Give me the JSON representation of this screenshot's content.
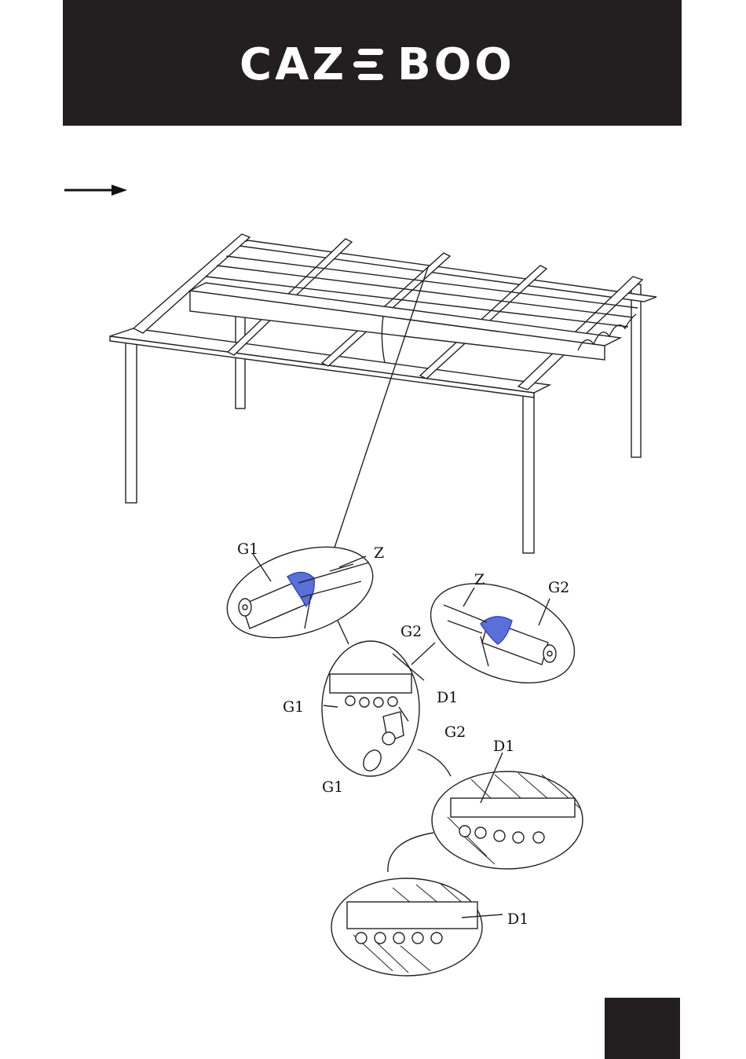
{
  "brand": {
    "part1": "CAZ",
    "part2": "BOO",
    "colors": {
      "bar": "#231f20",
      "logo": "#ffffff"
    }
  },
  "labels": {
    "g1_top": "G1",
    "z_left": "Z",
    "z_right": "Z",
    "g2_right": "G2",
    "g2_mid": "G2",
    "d1_mid": "D1",
    "g1_mid": "G1",
    "g2_side": "G2",
    "g1_bottom": "G1",
    "d1_right": "D1",
    "d1_bottom": "D1"
  },
  "icons": {
    "step_marker": "arrow-right-icon"
  }
}
